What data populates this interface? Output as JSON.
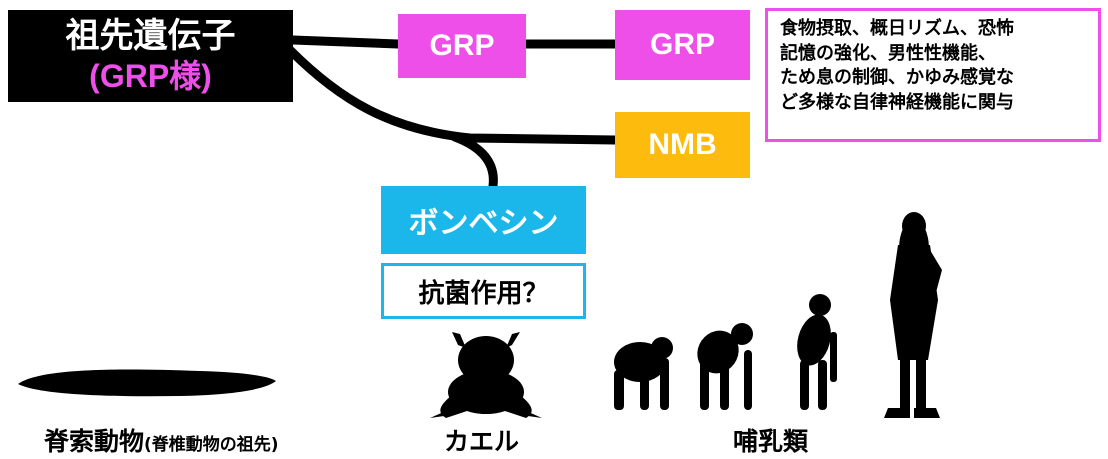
{
  "ancestor": {
    "title": "祖先遺伝子",
    "subtitle": "(GRP様)"
  },
  "nodes": {
    "grp1": "GRP",
    "grp2": "GRP",
    "nmb": "NMB",
    "bombesin": "ボンベシン",
    "antibacterial": "抗菌作用？"
  },
  "function_box": {
    "lines": [
      "食物摂取、概日リズム、恐怖",
      "記憶の強化、男性性機能、",
      "ため息の制御、かゆみ感覚な",
      "ど多様な自律神経機能に関与"
    ]
  },
  "labels": {
    "chordate": "脊索動物",
    "chordate_sub": "(脊椎動物の祖先)",
    "frog": "カエル",
    "mammal": "哺乳類"
  },
  "colors": {
    "magenta": "#ee4fe8",
    "orange": "#fdbb0d",
    "cyan": "#1bb7ea",
    "black": "#000000"
  }
}
